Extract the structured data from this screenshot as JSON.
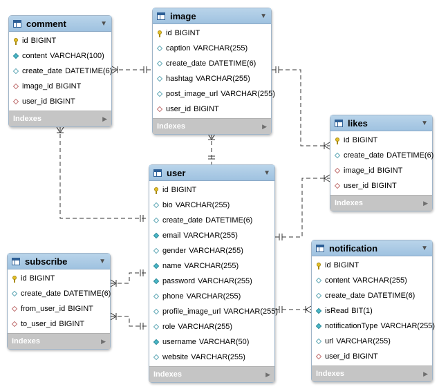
{
  "colors": {
    "header": "#a9c9e4",
    "footer": "#c5c5c5",
    "line": "#333333"
  },
  "icons": {
    "pk": "key-icon",
    "notnull": "filled-diamond-icon",
    "nullable": "hollow-diamond-icon",
    "fk": "foreign-key-icon",
    "table": "table-icon",
    "collapse": "collapse-caret-icon",
    "expand": "expand-arrow-icon"
  },
  "tables": {
    "comment": {
      "title": "comment",
      "footer": "Indexes",
      "columns": [
        {
          "icon": "pk",
          "name": "id",
          "type": "BIGINT"
        },
        {
          "icon": "notnull",
          "name": "content",
          "type": "VARCHAR(100)"
        },
        {
          "icon": "nullable",
          "name": "create_date",
          "type": "DATETIME(6)"
        },
        {
          "icon": "fk",
          "name": "image_id",
          "type": "BIGINT"
        },
        {
          "icon": "fk",
          "name": "user_id",
          "type": "BIGINT"
        }
      ]
    },
    "image": {
      "title": "image",
      "footer": "Indexes",
      "columns": [
        {
          "icon": "pk",
          "name": "id",
          "type": "BIGINT"
        },
        {
          "icon": "nullable",
          "name": "caption",
          "type": "VARCHAR(255)"
        },
        {
          "icon": "nullable",
          "name": "create_date",
          "type": "DATETIME(6)"
        },
        {
          "icon": "nullable",
          "name": "hashtag",
          "type": "VARCHAR(255)"
        },
        {
          "icon": "nullable",
          "name": "post_image_url",
          "type": "VARCHAR(255)"
        },
        {
          "icon": "fk",
          "name": "user_id",
          "type": "BIGINT"
        }
      ]
    },
    "likes": {
      "title": "likes",
      "footer": "Indexes",
      "columns": [
        {
          "icon": "pk",
          "name": "id",
          "type": "BIGINT"
        },
        {
          "icon": "nullable",
          "name": "create_date",
          "type": "DATETIME(6)"
        },
        {
          "icon": "fk",
          "name": "image_id",
          "type": "BIGINT"
        },
        {
          "icon": "fk",
          "name": "user_id",
          "type": "BIGINT"
        }
      ]
    },
    "user": {
      "title": "user",
      "footer": "Indexes",
      "columns": [
        {
          "icon": "pk",
          "name": "id",
          "type": "BIGINT"
        },
        {
          "icon": "nullable",
          "name": "bio",
          "type": "VARCHAR(255)"
        },
        {
          "icon": "nullable",
          "name": "create_date",
          "type": "DATETIME(6)"
        },
        {
          "icon": "filled",
          "name": "email",
          "type": "VARCHAR(255)"
        },
        {
          "icon": "nullable",
          "name": "gender",
          "type": "VARCHAR(255)"
        },
        {
          "icon": "filled",
          "name": "name",
          "type": "VARCHAR(255)"
        },
        {
          "icon": "filled",
          "name": "password",
          "type": "VARCHAR(255)"
        },
        {
          "icon": "nullable",
          "name": "phone",
          "type": "VARCHAR(255)"
        },
        {
          "icon": "nullable",
          "name": "profile_image_url",
          "type": "VARCHAR(255)"
        },
        {
          "icon": "nullable",
          "name": "role",
          "type": "VARCHAR(255)"
        },
        {
          "icon": "filled",
          "name": "username",
          "type": "VARCHAR(50)"
        },
        {
          "icon": "nullable",
          "name": "website",
          "type": "VARCHAR(255)"
        }
      ]
    },
    "subscribe": {
      "title": "subscribe",
      "footer": "Indexes",
      "columns": [
        {
          "icon": "pk",
          "name": "id",
          "type": "BIGINT"
        },
        {
          "icon": "nullable",
          "name": "create_date",
          "type": "DATETIME(6)"
        },
        {
          "icon": "fk",
          "name": "from_user_id",
          "type": "BIGINT"
        },
        {
          "icon": "fk",
          "name": "to_user_id",
          "type": "BIGINT"
        }
      ]
    },
    "notification": {
      "title": "notification",
      "footer": "Indexes",
      "columns": [
        {
          "icon": "pk",
          "name": "id",
          "type": "BIGINT"
        },
        {
          "icon": "nullable",
          "name": "content",
          "type": "VARCHAR(255)"
        },
        {
          "icon": "nullable",
          "name": "create_date",
          "type": "DATETIME(6)"
        },
        {
          "icon": "filled",
          "name": "isRead",
          "type": "BIT(1)"
        },
        {
          "icon": "filled",
          "name": "notificationType",
          "type": "VARCHAR(255)"
        },
        {
          "icon": "nullable",
          "name": "url",
          "type": "VARCHAR(255)"
        },
        {
          "icon": "fk",
          "name": "user_id",
          "type": "BIGINT"
        }
      ]
    }
  }
}
